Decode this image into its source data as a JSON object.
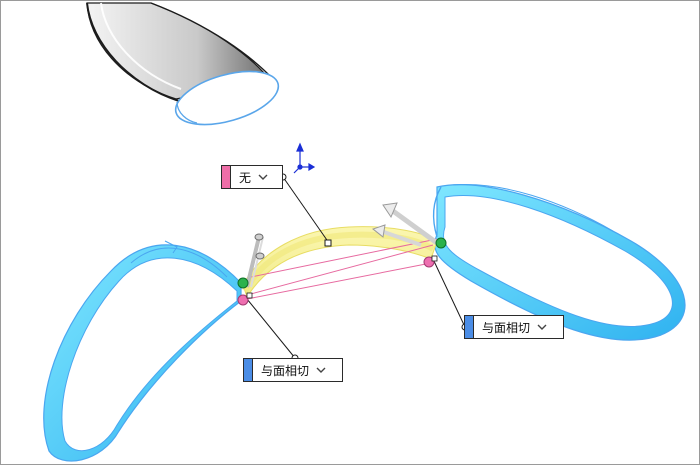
{
  "callouts": {
    "none": {
      "label": "无",
      "color": "#ef6ea8"
    },
    "left": {
      "label": "与面相切",
      "color": "#4b8de6"
    },
    "right": {
      "label": "与面相切",
      "color": "#4b8de6"
    }
  },
  "colors": {
    "surface_edge": "#4aa6f0",
    "surface_fill": "#8fe6f8",
    "boundary_surface": "#f7f3a0",
    "preview_line": "#e76aa0",
    "endpoint_green": "#2bb24c",
    "endpoint_pink": "#ee6fb0",
    "triad_blue": "#1a2fd6"
  }
}
